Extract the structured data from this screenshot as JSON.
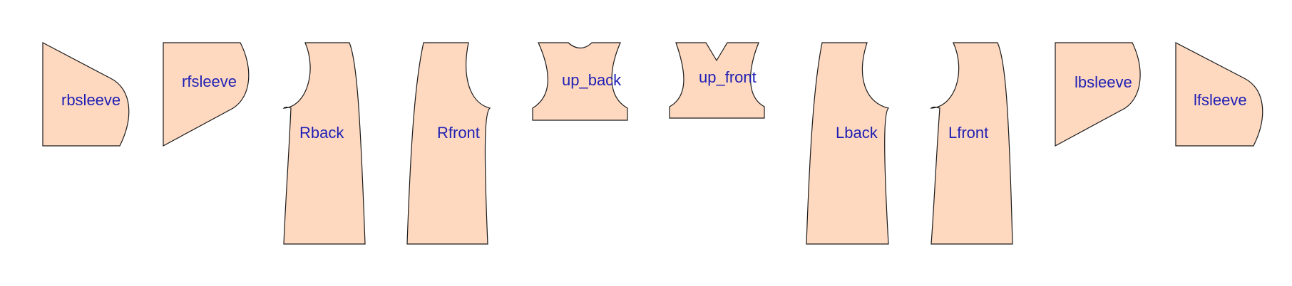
{
  "colors": {
    "piece_fill": "#fed9c0",
    "label_color": "#1f1fb4"
  },
  "pieces": [
    {
      "id": "rbsleeve",
      "label": "rbsleeve"
    },
    {
      "id": "rfsleeve",
      "label": "rfsleeve"
    },
    {
      "id": "rback",
      "label": "Rback"
    },
    {
      "id": "rfront",
      "label": "Rfront"
    },
    {
      "id": "up-back",
      "label": "up_back"
    },
    {
      "id": "up-front",
      "label": "up_front"
    },
    {
      "id": "lback",
      "label": "Lback"
    },
    {
      "id": "lfront",
      "label": "Lfront"
    },
    {
      "id": "lbsleeve",
      "label": "lbsleeve"
    },
    {
      "id": "lfsleeve",
      "label": "lfsleeve"
    }
  ]
}
